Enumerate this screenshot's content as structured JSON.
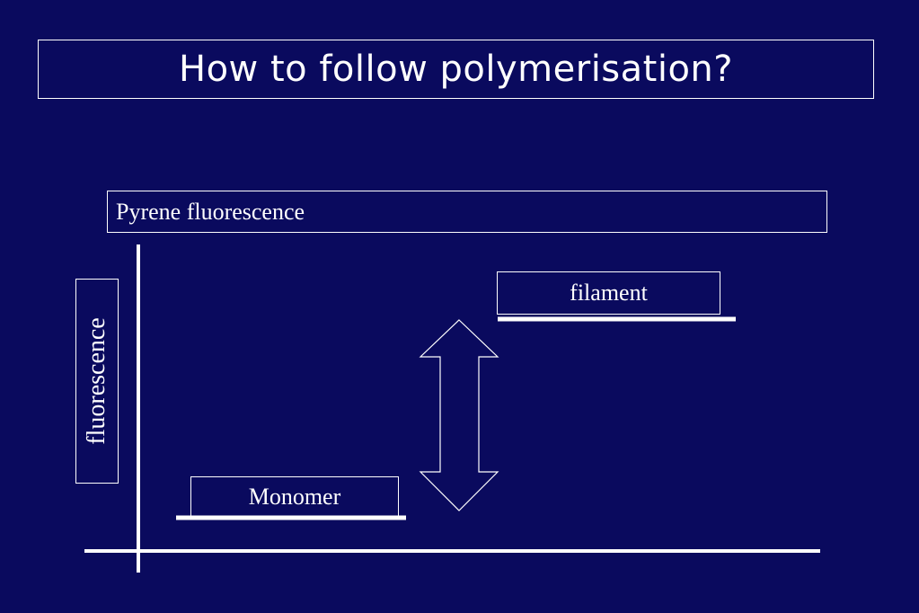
{
  "slide": {
    "title": "How to follow polymerisation?",
    "subtitle": "Pyrene fluorescence",
    "y_axis_label": "fluorescence",
    "monomer_label": "Monomer",
    "filament_label": "filament"
  },
  "colors": {
    "background": "#0a0a5e",
    "foreground": "#ffffff"
  }
}
